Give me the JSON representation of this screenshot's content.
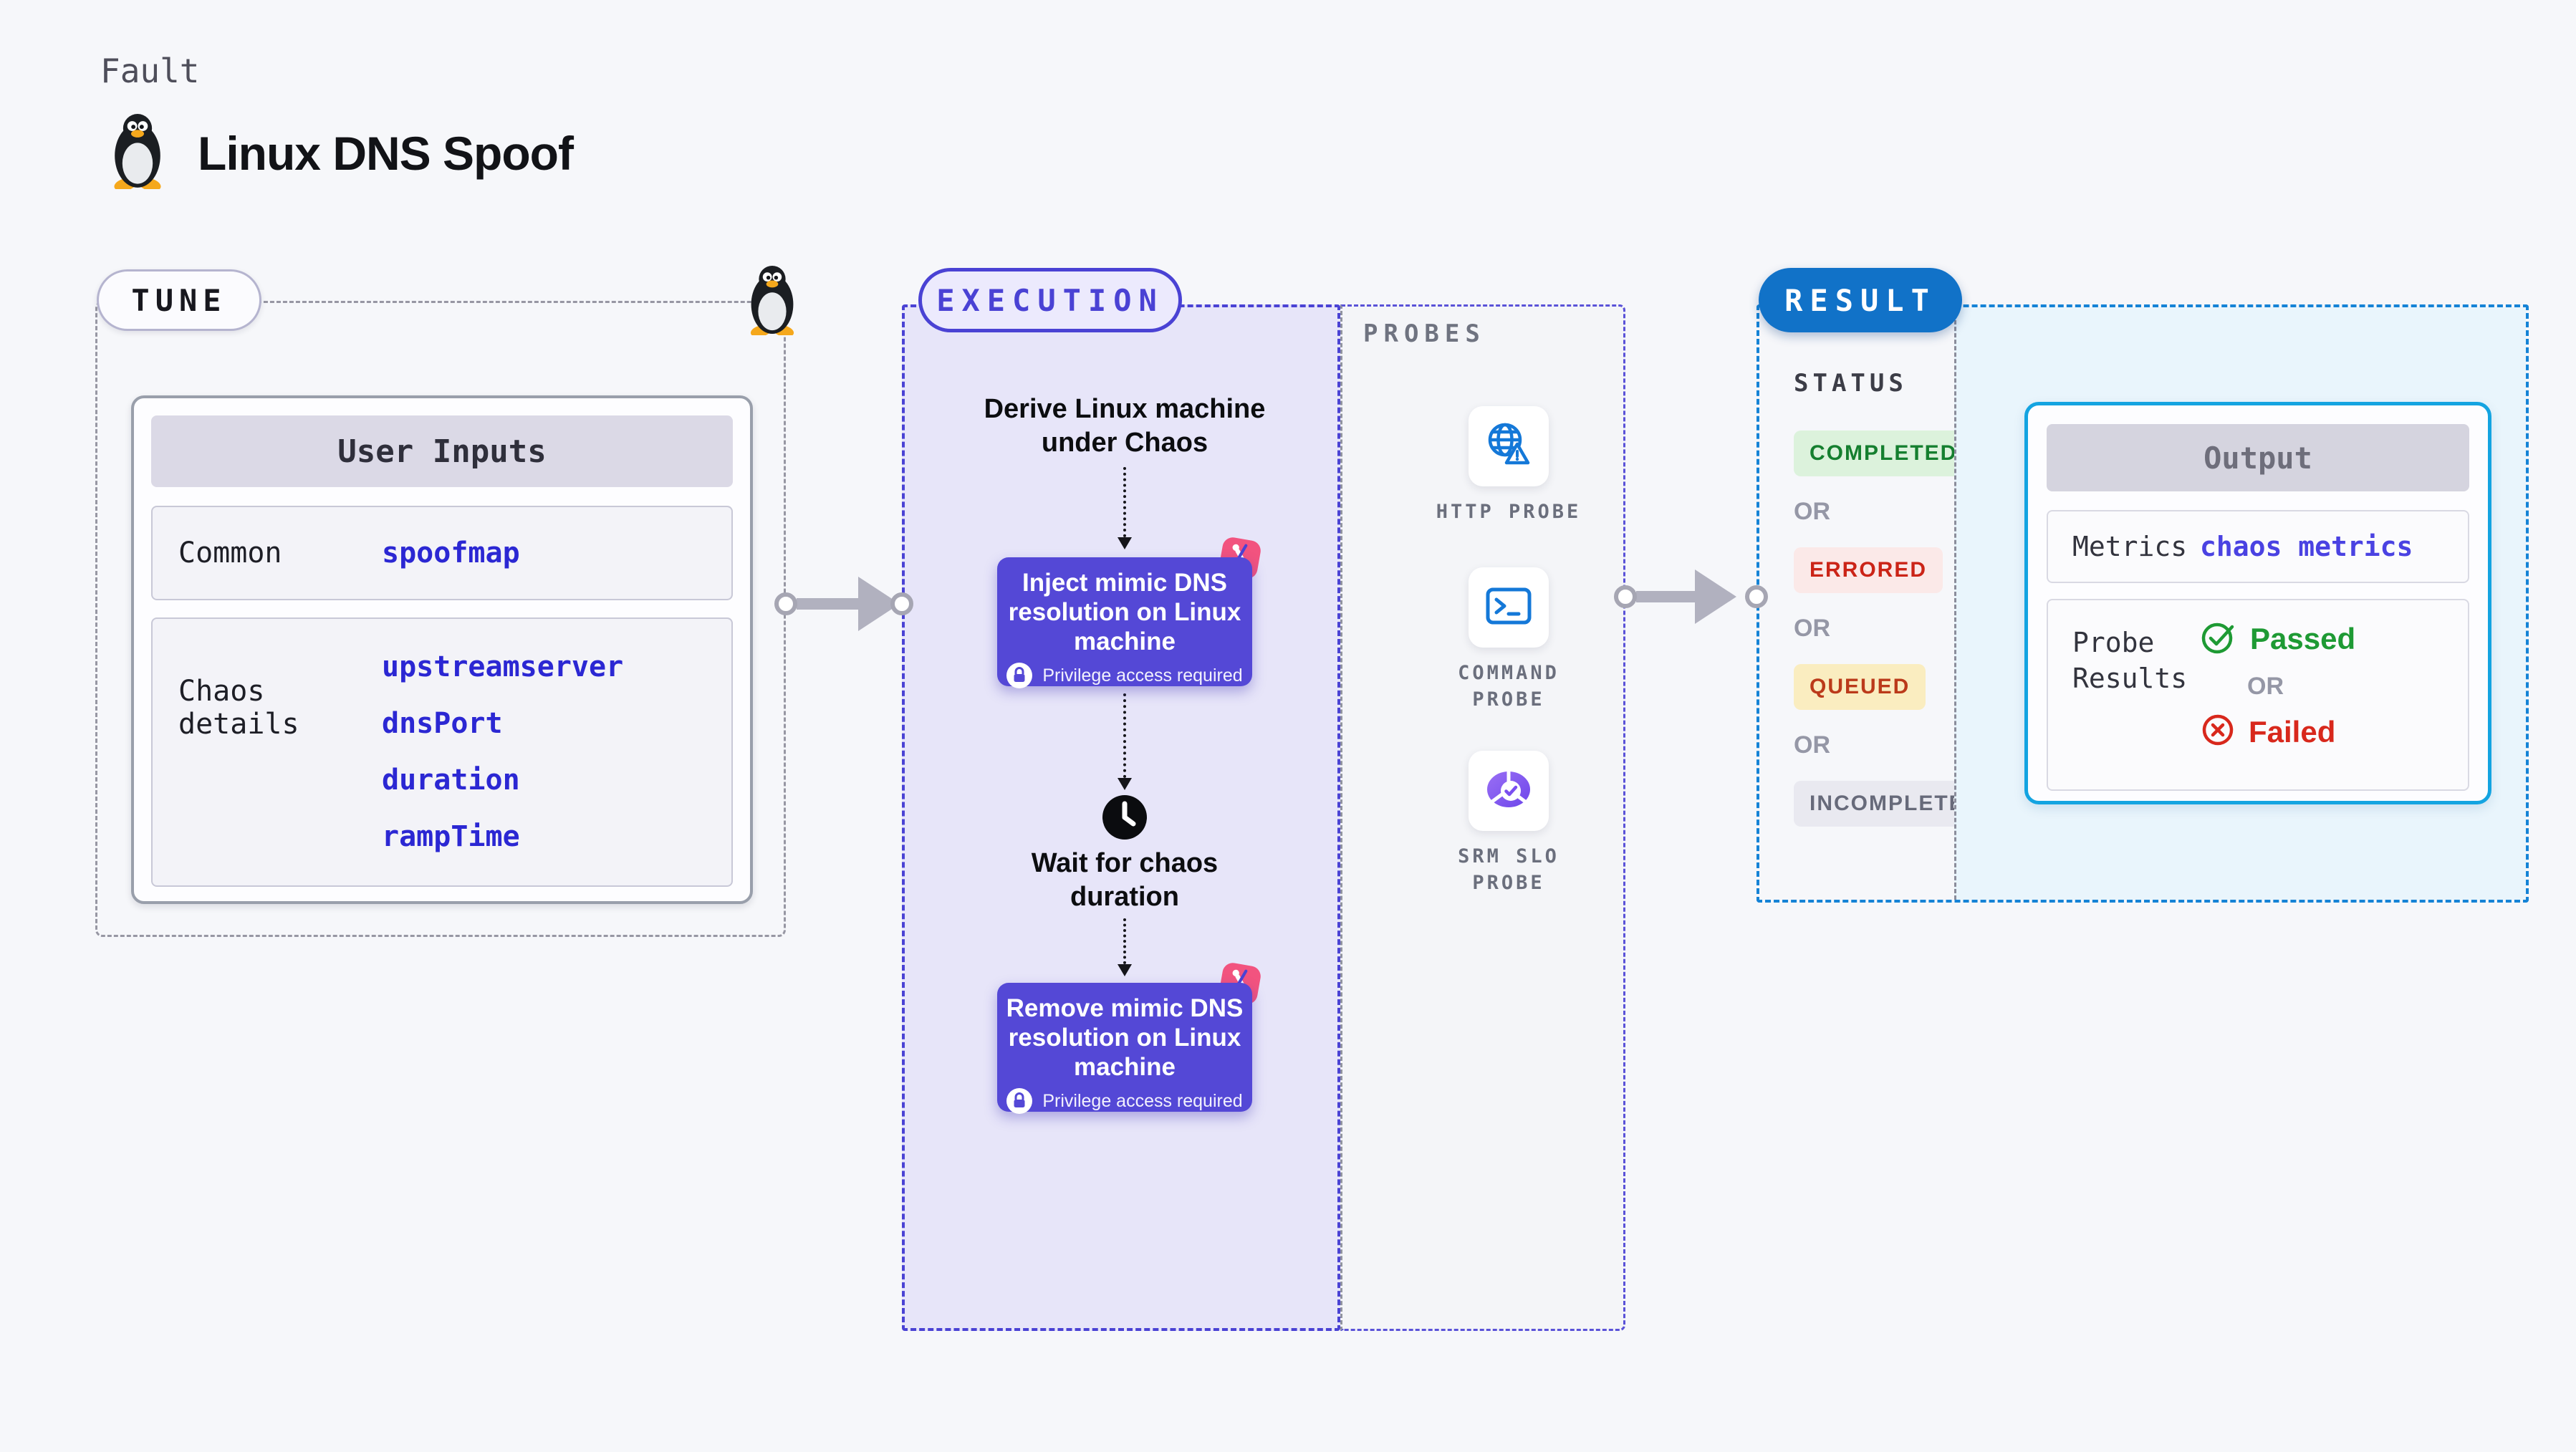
{
  "page": {
    "kicker": "Fault",
    "title": "Linux DNS Spoof",
    "os_icon": "tux-penguin-icon"
  },
  "colors": {
    "indigo_accent": "#4a42d4",
    "chaos_box_purple": "#5448d6",
    "execution_bg": "#e7e5f9",
    "litmus_pink": "#f2537f",
    "tune_dash_gray": "#9797a3",
    "arrow_gray": "#b1b1bf",
    "result_pill_blue": "#1172c8",
    "result_dash_blue": "#1583d6",
    "result_area_blue": "#e9f5fc",
    "output_border_cyan": "#14a4e1",
    "probe_icon_blue": "#1478d8",
    "slo_icon_purple": "#7a4ef0",
    "value_blue": "#2b27d3",
    "passed_green": "#1e9a34",
    "failed_red": "#d8281c"
  },
  "tune": {
    "label": "TUNE",
    "user_inputs": {
      "header": "User Inputs",
      "rows": [
        {
          "label": "Common",
          "values": [
            "spoofmap"
          ]
        },
        {
          "label": "Chaos details",
          "values": [
            "upstreamserver",
            "dnsPort",
            "duration",
            "rampTime"
          ]
        }
      ]
    }
  },
  "execution": {
    "label": "EXECUTION",
    "flow": {
      "derive": "Derive Linux machine under Chaos",
      "inject": "Inject mimic DNS resolution on Linux machine",
      "inject_note": "Privilege access required",
      "wait": "Wait for chaos duration",
      "remove": "Remove mimic DNS resolution on Linux machine",
      "remove_note": "Privilege access required"
    },
    "probes": {
      "label": "PROBES",
      "items": [
        {
          "name": "HTTP PROBE",
          "icon": "globe-alert-icon"
        },
        {
          "name": "COMMAND PROBE",
          "icon": "terminal-icon"
        },
        {
          "name": "SRM SLO PROBE",
          "icon": "slo-meter-icon"
        }
      ]
    }
  },
  "result": {
    "label": "RESULT",
    "status": {
      "heading": "STATUS",
      "separator": "OR",
      "badges": [
        {
          "text": "COMPLETED",
          "fg": "#157f2f",
          "bg": "#dcf2dc"
        },
        {
          "text": "ERRORED",
          "fg": "#cb2417",
          "bg": "#fbe9e8"
        },
        {
          "text": "QUEUED",
          "fg": "#bb3a1a",
          "bg": "#faedc0"
        },
        {
          "text": "INCOMPLETED",
          "fg": "#676a7a",
          "bg": "#e9e9f0"
        }
      ]
    },
    "output": {
      "header": "Output",
      "metrics_label": "Metrics",
      "metrics_value": "chaos metrics",
      "probe_label": "Probe Results",
      "passed": "Passed",
      "separator": "OR",
      "failed": "Failed"
    }
  }
}
